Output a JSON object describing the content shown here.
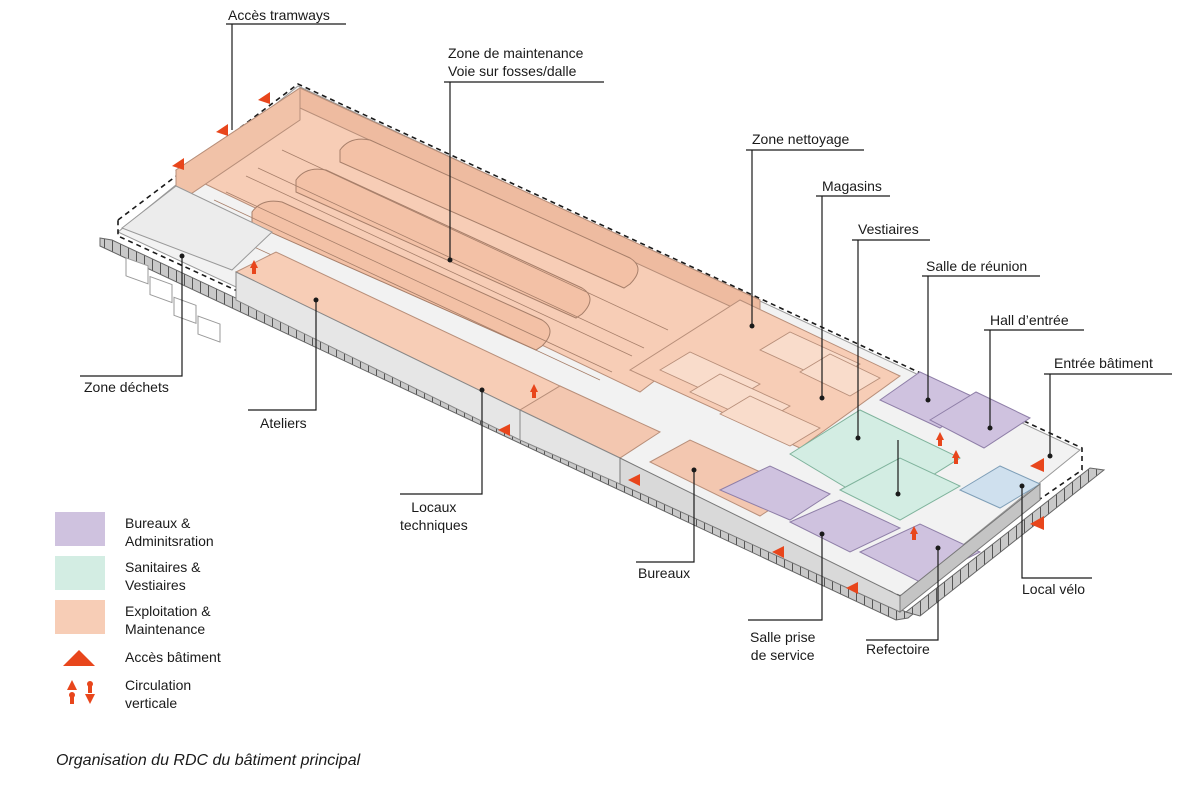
{
  "colors": {
    "bureaux": "#cfc2df",
    "sanitaires": "#d3ede3",
    "exploitation": "#f7cdb6",
    "access": "#e8461c",
    "floor_grey": "#eeeeee",
    "wall": "#8a8a8a"
  },
  "labels": {
    "acces_tramways": "Accès tramways",
    "zone_maintenance": [
      "Zone de maintenance",
      "Voie sur fosses/dalle"
    ],
    "zone_nettoyage": "Zone nettoyage",
    "magasins": "Magasins",
    "vestiaires": "Vestiaires",
    "salle_reunion": "Salle de réunion",
    "hall_entree": "Hall d’entrée",
    "entree_batiment": "Entrée bâtiment",
    "zone_dechets": "Zone déchets",
    "ateliers": "Ateliers",
    "locaux_techniques": [
      "Locaux",
      "techniques"
    ],
    "bureaux": "Bureaux",
    "salle_prise": [
      "Salle prise",
      "de service"
    ],
    "refectoire": "Refectoire",
    "local_velo": "Local vélo"
  },
  "legend": [
    {
      "lines": [
        "Bureaux &",
        "Adminitsration"
      ],
      "icon": "swatch-bureaux"
    },
    {
      "lines": [
        "Sanitaires &",
        "Vestiaires"
      ],
      "icon": "swatch-sanitaires"
    },
    {
      "lines": [
        "Exploitation &",
        "Maintenance"
      ],
      "icon": "swatch-exploitation"
    },
    {
      "lines": [
        "Accès bâtiment"
      ],
      "icon": "access-triangle-icon"
    },
    {
      "lines": [
        "Circulation",
        "verticale"
      ],
      "icon": "vertical-circulation-icon"
    }
  ],
  "caption": "Organisation du RDC du bâtiment principal"
}
